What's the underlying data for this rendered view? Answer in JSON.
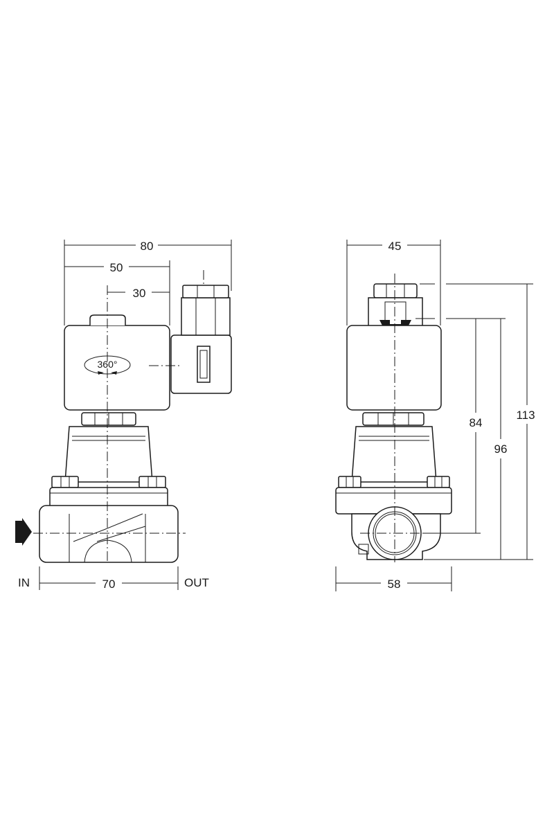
{
  "dimensions": {
    "overall_width": "80",
    "coil_to_axis": "50",
    "axis_to_coil": "30",
    "port_length": "70",
    "side_width_top": "45",
    "side_width_base": "58",
    "height_84": "84",
    "height_96": "96",
    "height_113": "113"
  },
  "labels": {
    "inlet": "IN",
    "outlet": "OUT",
    "rotation": "360°"
  }
}
